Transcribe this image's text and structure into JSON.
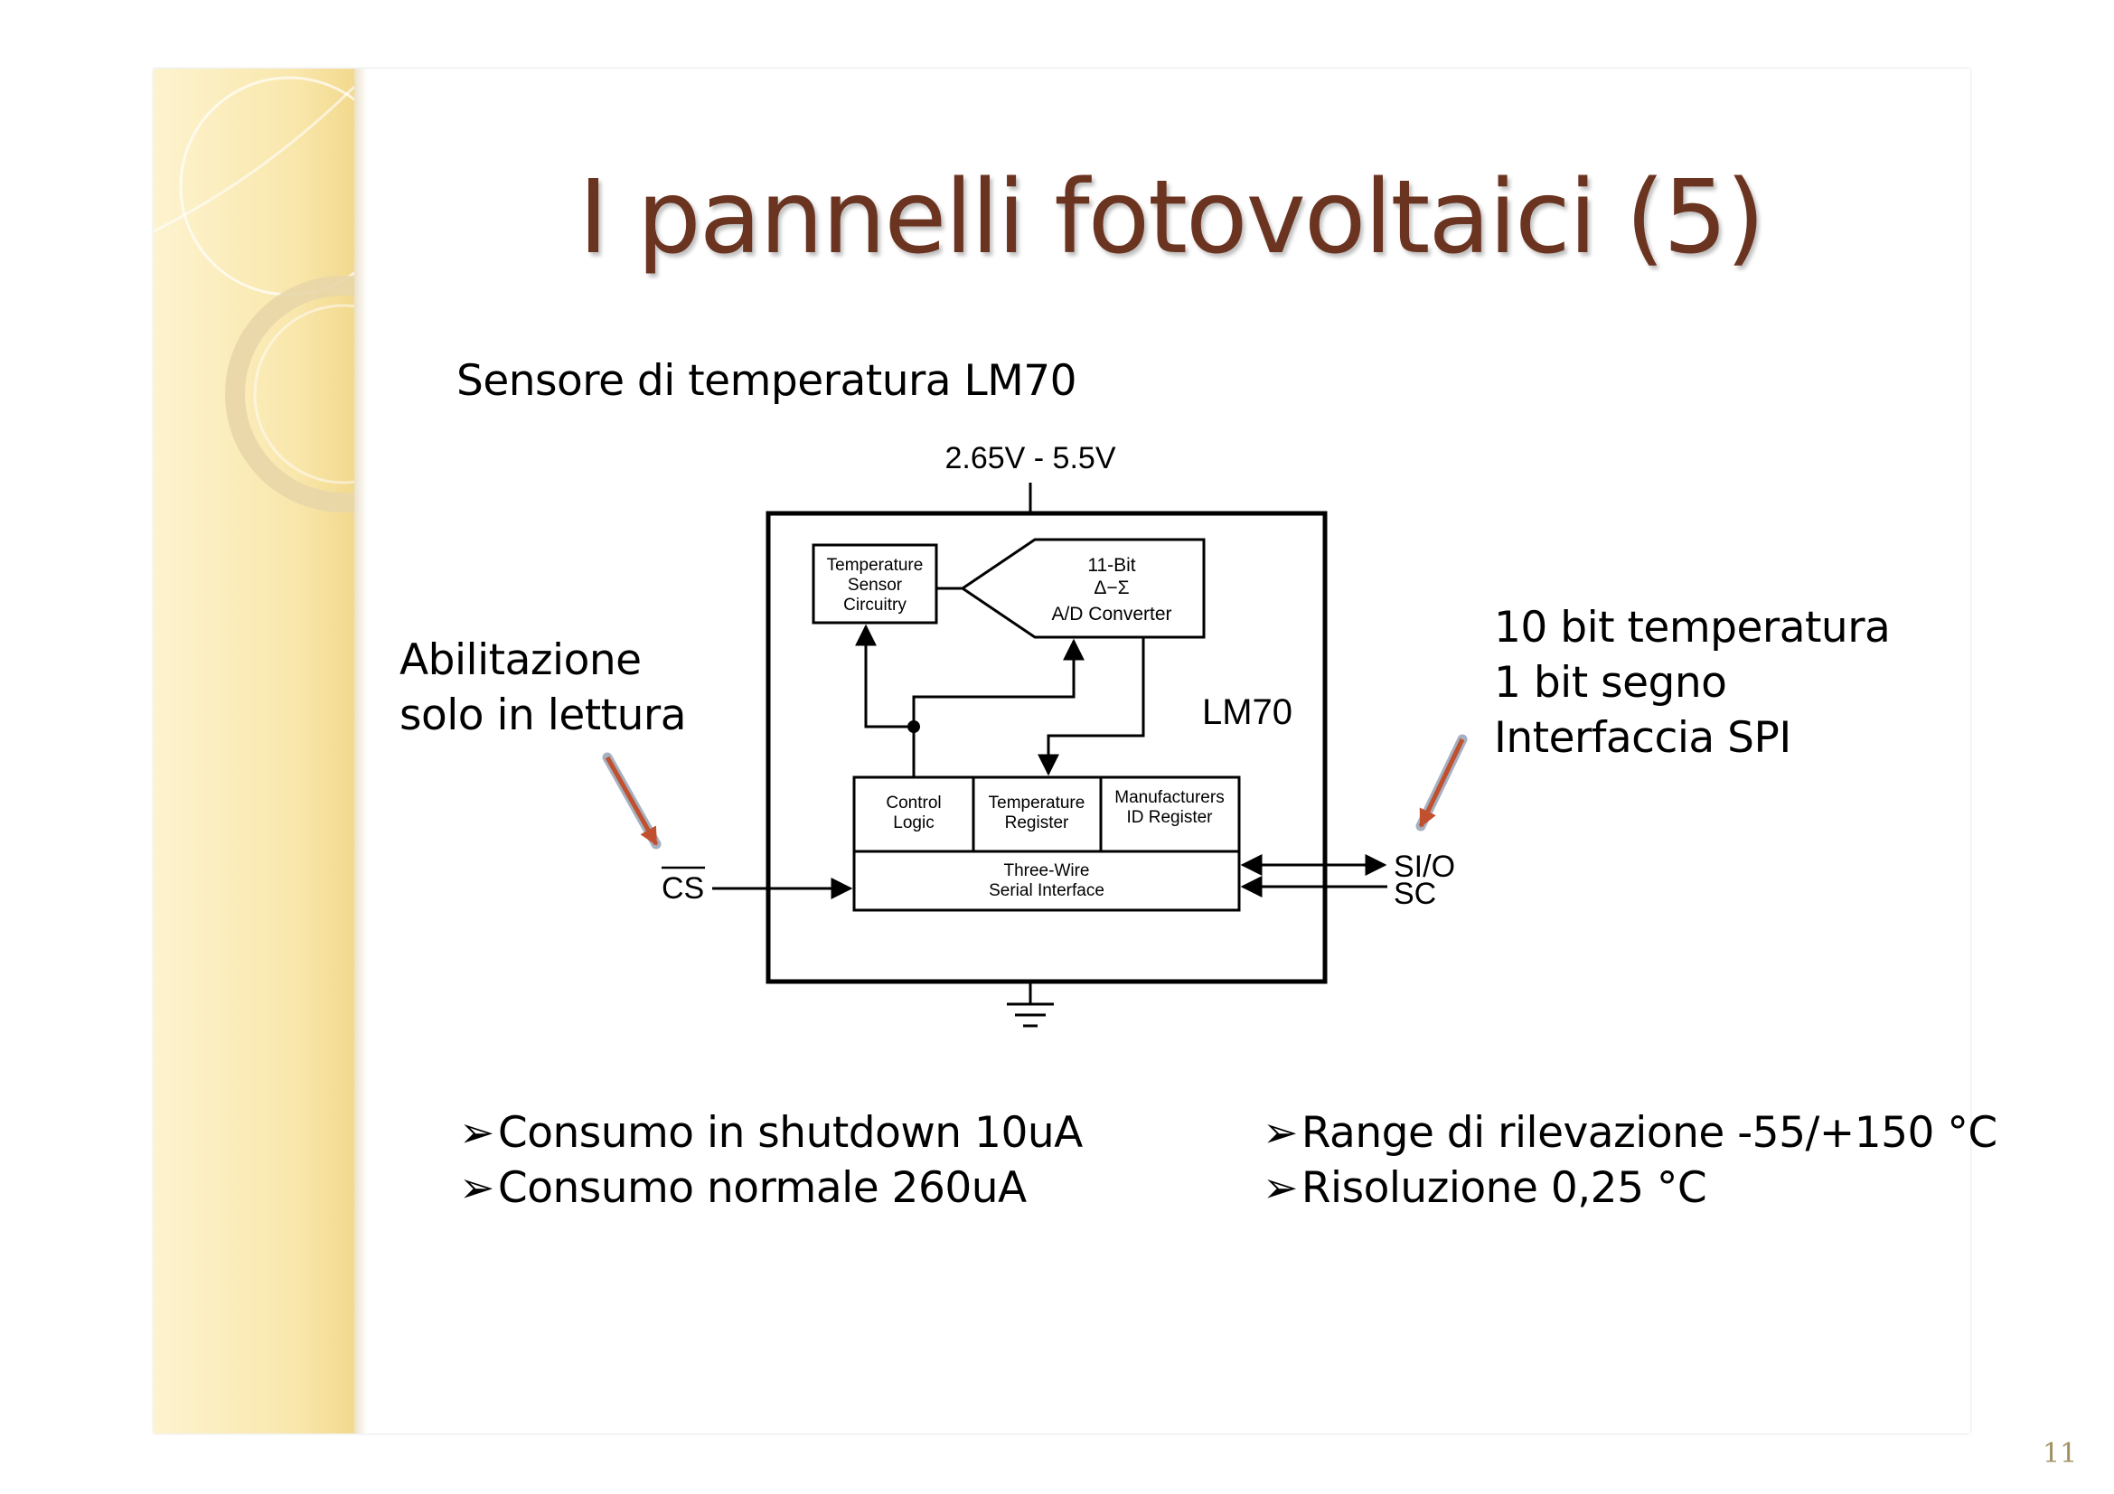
{
  "title": "I pannelli fotovoltaici (5)",
  "subtitle": "Sensore di temperatura LM70",
  "left_note": [
    "Abilitazione",
    "solo in lettura"
  ],
  "right_note": [
    "10 bit temperatura",
    "1 bit segno",
    "Interfaccia SPI"
  ],
  "diagram": {
    "supply": "2.65V - 5.5V",
    "chip_name": "LM70",
    "sensor_block": [
      "Temperature",
      "Sensor",
      "Circuitry"
    ],
    "adc_block": [
      "11-Bit",
      "Δ−Σ",
      "A/D Converter"
    ],
    "control_block": [
      "Control",
      "Logic"
    ],
    "temp_register": [
      "Temperature",
      "Register"
    ],
    "id_register": [
      "Manufacturers",
      "ID Register"
    ],
    "serial_block": [
      "Three-Wire",
      "Serial Interface"
    ],
    "cs_label": "CS",
    "sio_label": "SI/O",
    "sc_label": "SC"
  },
  "bullets_left": [
    "Consumo in shutdown 10uA",
    "Consumo normale 260uA"
  ],
  "bullets_right": [
    "Range di rilevazione -55/+150 °C",
    "Risoluzione 0,25 °C"
  ],
  "bullet_glyph": "➢",
  "page_number": "11",
  "colors": {
    "title": "#6b3420",
    "note_arrow": "#a0452a",
    "sidebar": "#f9e7ac"
  }
}
